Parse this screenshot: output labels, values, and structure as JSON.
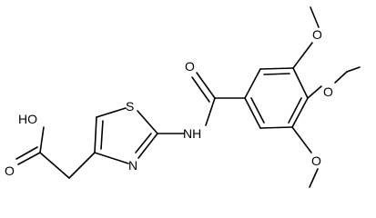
{
  "atoms": {
    "oh": "HO",
    "o_carbonyl_acid": "O",
    "s": "S",
    "n_ring": "N",
    "nh": "NH",
    "o_carbonyl_amide": "O",
    "o_methoxy_top": "O",
    "o_methoxy_middle": "O",
    "o_methoxy_bottom": "O"
  },
  "colors": {
    "ink": "#000000",
    "background": "#ffffff"
  }
}
